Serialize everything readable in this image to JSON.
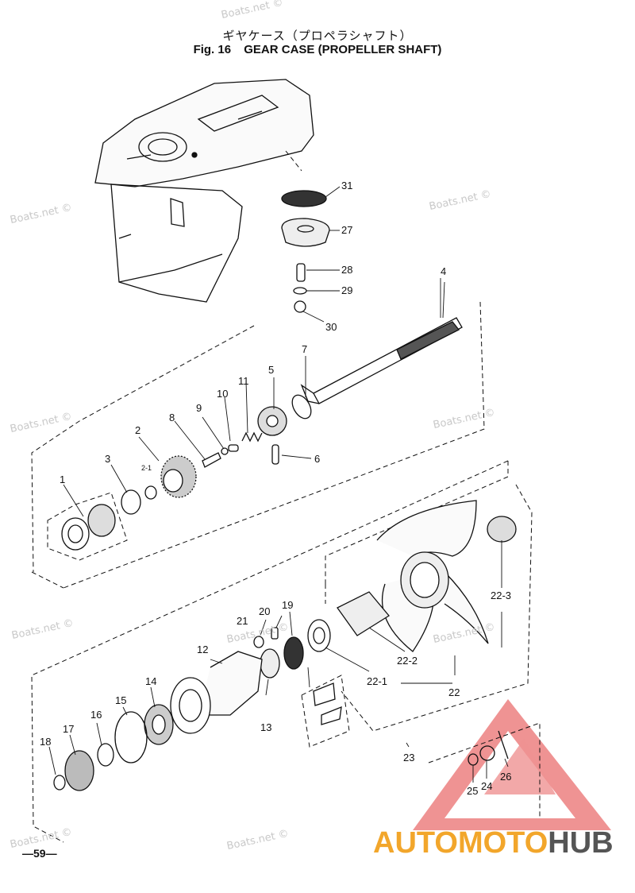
{
  "header": {
    "title_jp": "ギヤケース（プロペラシャフト）",
    "fig_label": "Fig. 16",
    "title_en": "GEAR CASE (PROPELLER SHAFT)"
  },
  "callouts": {
    "p1": "1",
    "p2": "2",
    "p2_1": "2-1",
    "p3": "3",
    "p4": "4",
    "p5": "5",
    "p6": "6",
    "p7": "7",
    "p8": "8",
    "p9": "9",
    "p10": "10",
    "p11": "11",
    "p12": "12",
    "p13": "13",
    "p14": "14",
    "p15": "15",
    "p16": "16",
    "p17": "17",
    "p18": "18",
    "p19": "19",
    "p20": "20",
    "p21": "21",
    "p22": "22",
    "p22_1": "22-1",
    "p22_2": "22-2",
    "p22_3": "22-3",
    "p23": "23",
    "p24": "24",
    "p25": "25",
    "p26": "26",
    "p27": "27",
    "p28": "28",
    "p29": "29",
    "p30": "30",
    "p31": "31"
  },
  "watermark": "Boats.net ©",
  "page_number": "—59—",
  "brand": {
    "part1": "AUTOMOTO",
    "part2": "HUB",
    "color_part1": "#f2a62b",
    "color_part2": "#555555",
    "logo_color": "#e23b3b"
  }
}
